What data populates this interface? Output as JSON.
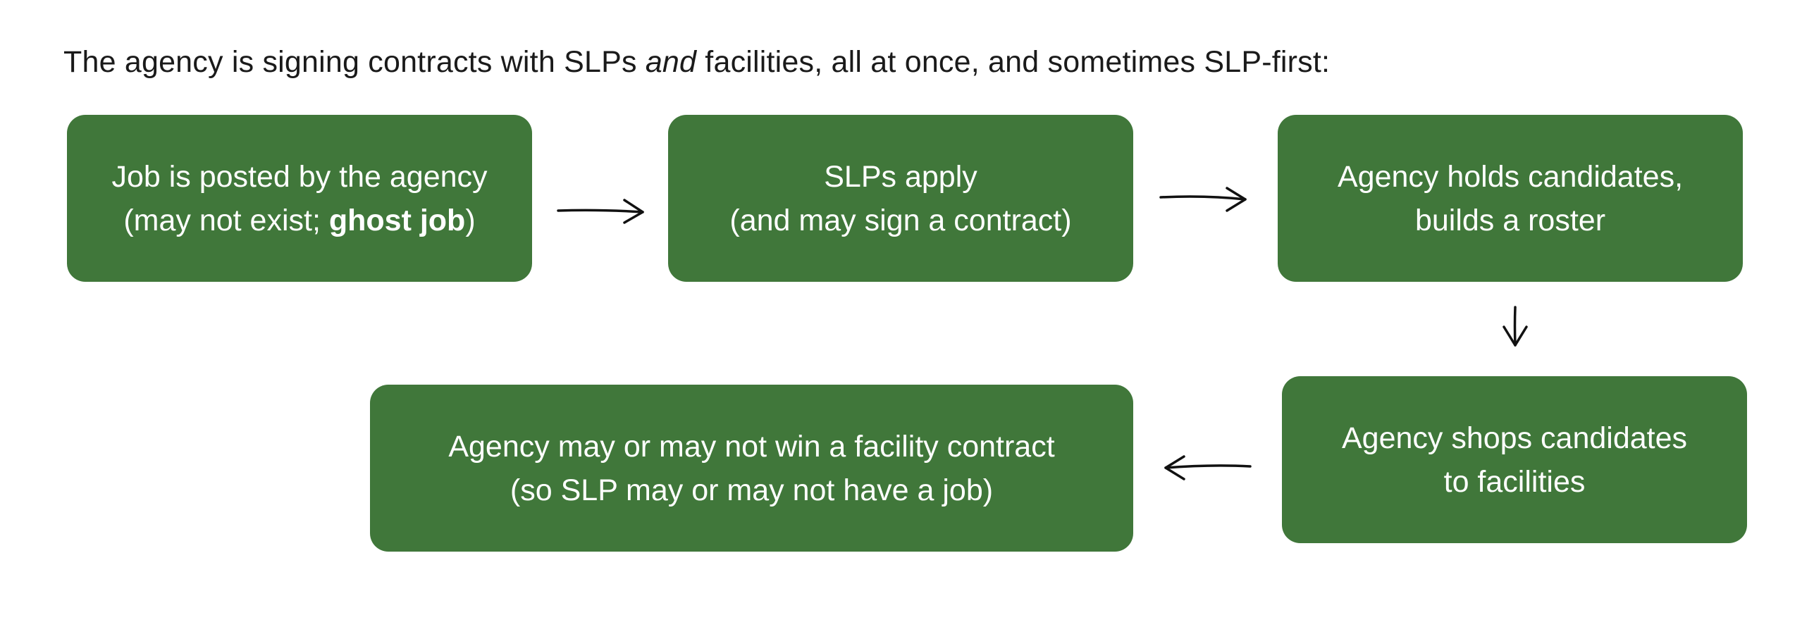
{
  "intro": {
    "before": "The agency is signing contracts with SLPs ",
    "emphasis": "and",
    "after": " facilities, all at once, and sometimes SLP-first:"
  },
  "steps": [
    {
      "line1": "Job is posted by the agency",
      "line2_before": "(may not exist; ",
      "line2_bold": "ghost job",
      "line2_after": ")"
    },
    {
      "line1": "SLPs apply",
      "line2": "(and may sign a contract)"
    },
    {
      "line1": "Agency holds candidates,",
      "line2": "builds a roster"
    },
    {
      "line1": "Agency shops candidates",
      "line2": "to facilities"
    },
    {
      "line1": "Agency may or may not win a facility contract",
      "line2": "(so SLP may or may not have a job)"
    }
  ],
  "colors": {
    "box_fill": "#40773a",
    "box_text": "#ffffff",
    "arrow": "#111111",
    "intro_text": "#1a1a1a"
  }
}
